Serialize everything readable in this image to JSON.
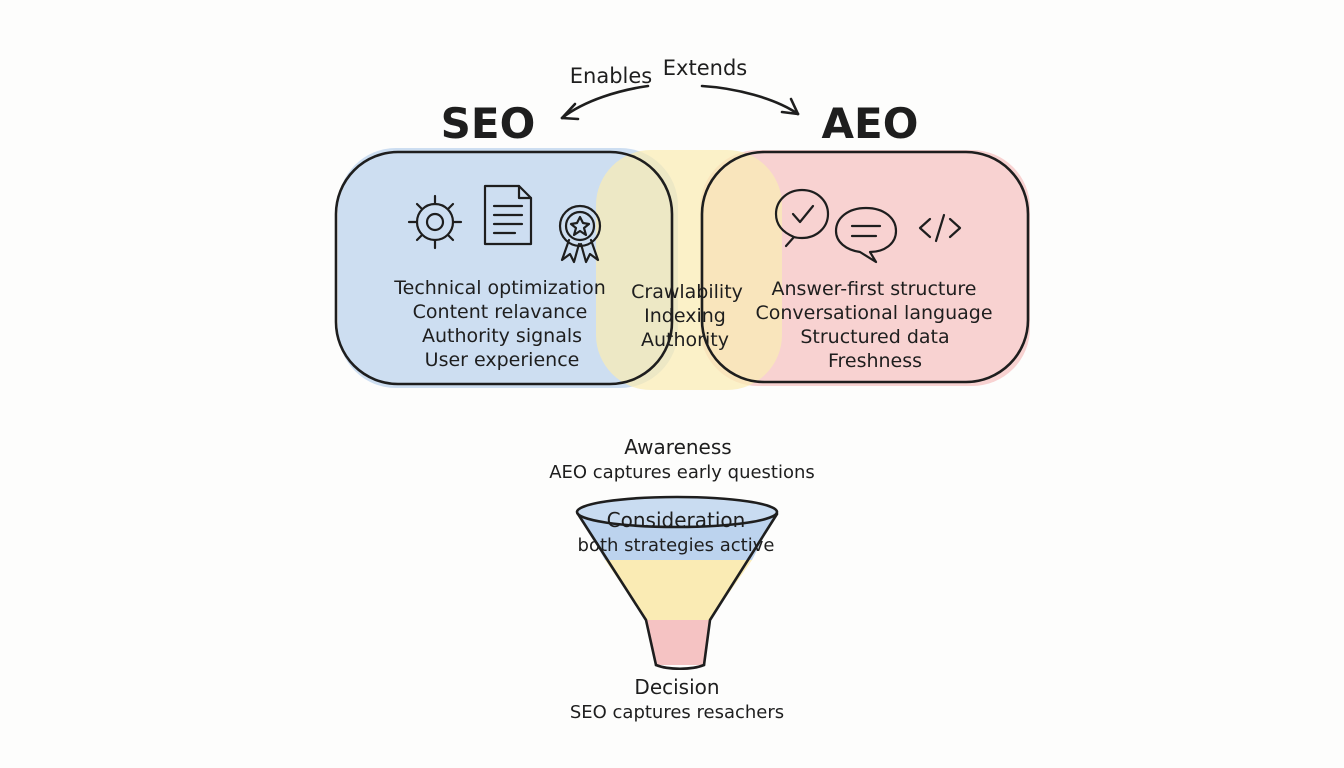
{
  "relations": {
    "enables": "Enables",
    "extends": "Extends"
  },
  "seo": {
    "title": "SEO",
    "icons": [
      "gear-icon",
      "document-icon",
      "award-badge-icon"
    ],
    "items": [
      "Technical optimization",
      "Content relavance",
      "Authority signals",
      "User experience"
    ],
    "color": "#bcd3ee"
  },
  "overlap": {
    "items": [
      "Crawlability",
      "Indexing",
      "Authority"
    ],
    "color": "#faebb4"
  },
  "aeo": {
    "title": "AEO",
    "icons": [
      "check-speech-bubble-icon",
      "chat-bubble-icon",
      "code-icon"
    ],
    "items": [
      "Answer-first structure",
      "Conversational language",
      "Structured data",
      "Freshness"
    ],
    "color": "#f5c3c3"
  },
  "funnel": {
    "stages": [
      {
        "title": "Awareness",
        "note": "AEO captures early questions"
      },
      {
        "title": "Consideration",
        "note": "both strategies active"
      },
      {
        "title": "Decision",
        "note": "SEO captures resachers"
      }
    ],
    "colors": [
      "#bcd3ee",
      "#faebb4",
      "#f5c3c3"
    ]
  }
}
